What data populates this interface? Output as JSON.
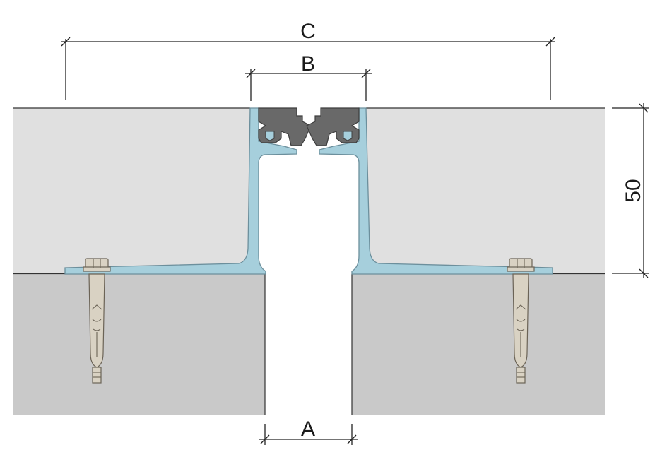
{
  "diagram": {
    "labels": {
      "overall_width": "C",
      "top_opening": "B",
      "gap_width": "A",
      "height": "50"
    },
    "colors": {
      "screed": "#e0e0e0",
      "slab": "#c9c9c9",
      "profile": "#a6cfdc",
      "profile_edge": "#6c8f9c",
      "insert": "#696969",
      "insert_edge": "#3e3e3e",
      "anchor": "#d9d2c3",
      "anchor_edge": "#6b6356"
    }
  }
}
